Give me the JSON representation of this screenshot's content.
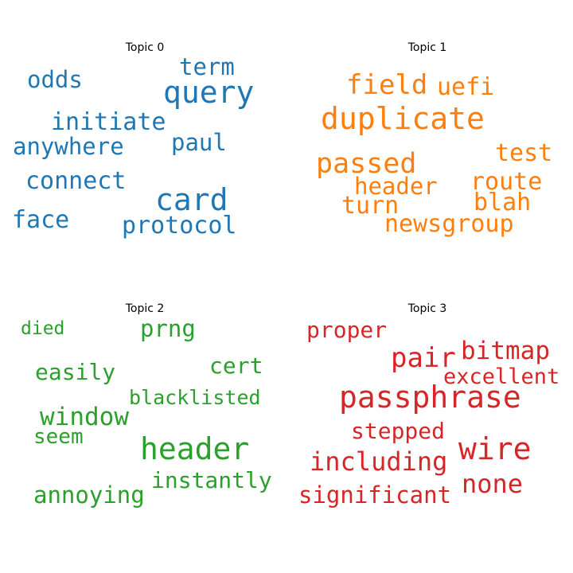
{
  "chart_data": [
    {
      "type": "wordcloud",
      "title": "Topic 0",
      "color": "#1f77b4",
      "words": [
        "query",
        "card",
        "initiate",
        "anywhere",
        "connect",
        "protocol",
        "odds",
        "term",
        "paul",
        "face"
      ]
    },
    {
      "type": "wordcloud",
      "title": "Topic 1",
      "color": "#ff7f0e",
      "words": [
        "duplicate",
        "field",
        "uefi",
        "passed",
        "test",
        "header",
        "route",
        "turn",
        "blah",
        "newsgroup"
      ]
    },
    {
      "type": "wordcloud",
      "title": "Topic 2",
      "color": "#2ca02c",
      "words": [
        "header",
        "window",
        "prng",
        "died",
        "easily",
        "cert",
        "blacklisted",
        "seem",
        "instantly",
        "annoying"
      ]
    },
    {
      "type": "wordcloud",
      "title": "Topic 3",
      "color": "#d62728",
      "words": [
        "passphrase",
        "wire",
        "pair",
        "bitmap",
        "proper",
        "excellent",
        "stepped",
        "including",
        "none",
        "significant"
      ]
    }
  ]
}
